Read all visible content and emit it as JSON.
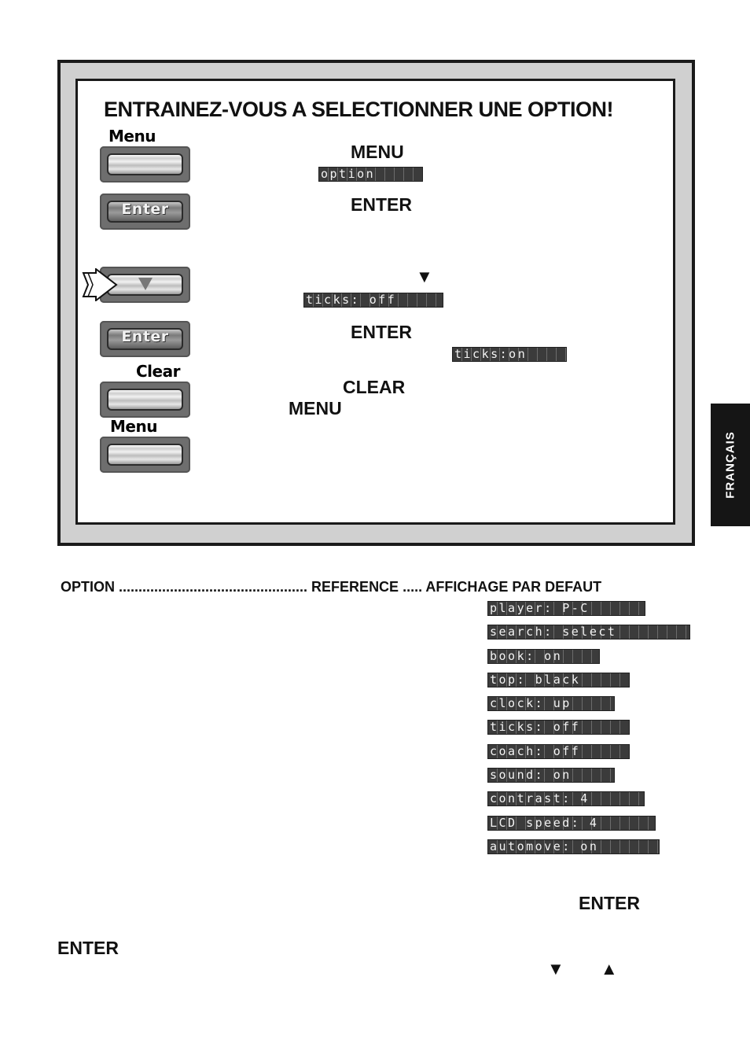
{
  "panel": {
    "title": "ENTRAINEZ-VOUS A SELECTIONNER UNE OPTION!",
    "buttons": {
      "menu1_label": "Menu",
      "enter1_caption": "Enter",
      "enter2_caption": "Enter",
      "clear_label": "Clear",
      "menu2_label": "Menu"
    },
    "steps": {
      "menu": "MENU",
      "lcd_option": "option",
      "enter1": "ENTER",
      "down_arrow": "▼",
      "lcd_ticks_off": "ticks: off",
      "enter2": "ENTER",
      "lcd_ticks_on": "ticks:on",
      "clear": "CLEAR",
      "menu_after_clear": "MENU"
    }
  },
  "options_table": {
    "header": "OPTION ................................................ REFERENCE ..... AFFICHAGE PAR DEFAUT",
    "defaults": [
      "player: P-C",
      "search: select",
      "book: on",
      "top: black",
      "clock: up",
      "ticks: off",
      "coach: off",
      "sound: on",
      "contrast: 4",
      "LCD speed: 4",
      "automove: on"
    ]
  },
  "side_tab": "FRANÇAIS",
  "bottom": {
    "enter_right": "ENTER",
    "enter_left": "ENTER",
    "arrow_down": "▼",
    "arrow_up": "▲"
  }
}
